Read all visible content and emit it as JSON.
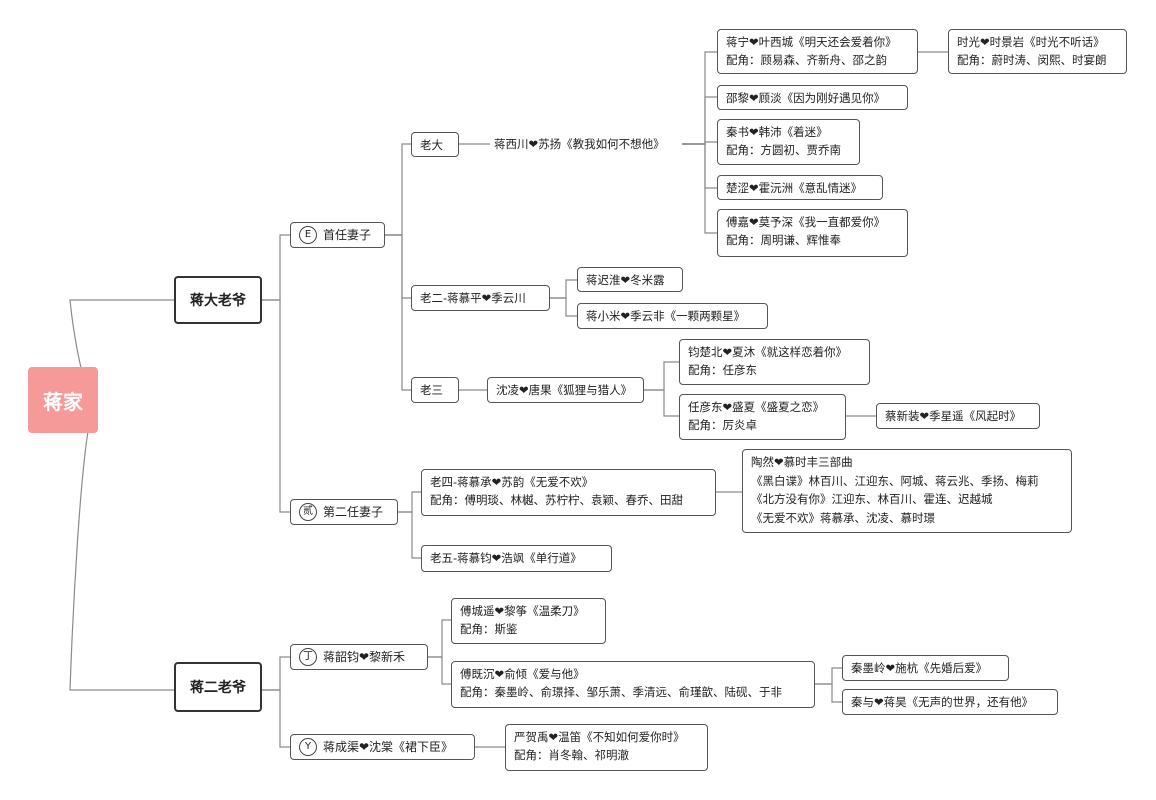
{
  "root": "蒋家",
  "branches": {
    "elder": "蒋大老爷",
    "second": "蒋二老爷"
  },
  "first_wife": {
    "marker": "E",
    "label": "首任妻子"
  },
  "second_wife": {
    "marker": "贰",
    "label": "第二任妻子"
  },
  "shaojun": {
    "marker": "丁",
    "label": "蒋韶钧❤黎新禾"
  },
  "chengli": {
    "marker": "Y",
    "label": "蒋成渠❤沈棠《裙下臣》"
  },
  "eldest": {
    "label": "老大",
    "couple": "蒋西川❤苏扬《教我如何不想他》",
    "children": [
      {
        "title": "蒋宁❤叶西城《明天还会爱着你》",
        "sub": "配角：顾易森、齐新舟、邵之韵"
      },
      {
        "title": "邵黎❤顾淡《因为刚好遇见你》",
        "sub": ""
      },
      {
        "title": "秦书❤韩沛《着迷》",
        "sub": "配角：方圆初、贾乔南"
      },
      {
        "title": "楚涩❤霍沅洲《意乱情迷》",
        "sub": ""
      },
      {
        "title": "傅嘉❤莫予深《我一直都爱你》",
        "sub": "配角：周明谦、辉惟奉"
      }
    ],
    "grandchild": {
      "title": "时光❤时景岩《时光不听话》",
      "sub": "配角：蔚时涛、闵熙、时宴朗"
    }
  },
  "second_son": {
    "label": "老二-蒋慕平❤季云川",
    "children": [
      {
        "title": "蒋迟淮❤冬米露",
        "sub": ""
      },
      {
        "title": "蒋小米❤季云非《一颗两颗星》",
        "sub": ""
      }
    ]
  },
  "third_son": {
    "label": "老三",
    "couple": "沈凌❤唐果《狐狸与猎人》",
    "children": [
      {
        "title": "钧楚北❤夏沐《就这样恋着你》",
        "sub": "配角：任彦东"
      },
      {
        "title": "任彦东❤盛夏《盛夏之恋》",
        "sub": "配角：厉炎卓"
      }
    ],
    "grandchild": {
      "title": "蔡新装❤季星遥《风起时》",
      "sub": ""
    }
  },
  "fourth_son": {
    "title": "老四-蒋慕承❤苏韵《无爱不欢》",
    "sub": "配角：傅明琰、林樾、苏柠柠、袁颖、春乔、田甜"
  },
  "trilogy": {
    "lines": [
      "陶然❤慕时丰三部曲",
      "《黑白谍》林百川、江迎东、阿城、蒋云兆、季扬、梅莉",
      "《北方没有你》江迎东、林百川、霍连、迟越城",
      "《无爱不欢》蒋慕承、沈凌、慕时璟"
    ]
  },
  "fifth_son": {
    "title": "老五-蒋慕钧❤浩飒《单行道》"
  },
  "shaojun_children": [
    {
      "title": "傅城遥❤黎筝《温柔刀》",
      "sub": "配角：斯鉴"
    },
    {
      "title": "傅既沉❤俞倾《爱与他》",
      "sub": "配角：秦墨岭、俞璟择、邹乐萧、季清远、俞瑾歆、陆砚、于非"
    }
  ],
  "shaojun_grand": [
    {
      "title": "秦墨岭❤施杭《先婚后爱》",
      "sub": ""
    },
    {
      "title": "秦与❤蒋昊《无声的世界，还有他》",
      "sub": ""
    }
  ],
  "chengli_child": {
    "title": "严贺禹❤温笛《不知如何爱你时》",
    "sub": "配角：肖冬翰、祁明澈"
  }
}
